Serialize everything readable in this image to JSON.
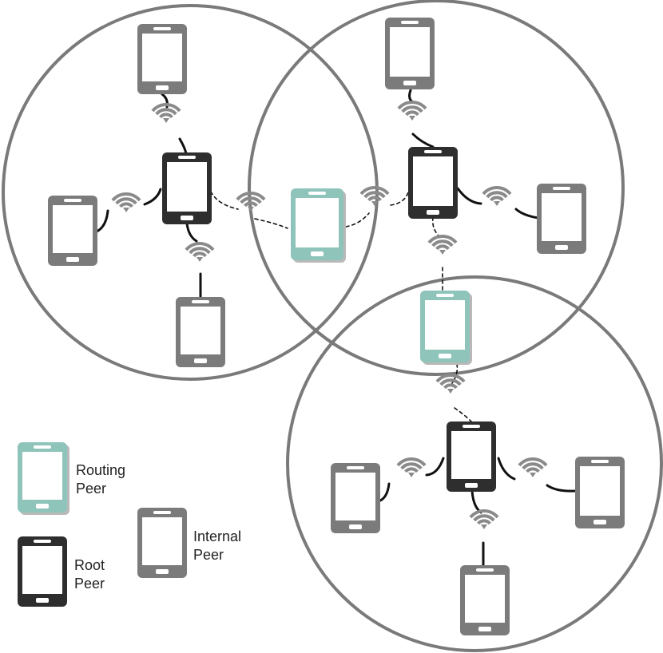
{
  "colors": {
    "circle": "#7a7a7a",
    "internal_peer": "#7b7b7b",
    "root_peer": "#2e2e2e",
    "routing_peer": "#8fc4ba",
    "link": "#111111",
    "wifi": "#8a8a8a"
  },
  "legend": {
    "routing": {
      "line1": "Routing",
      "line2": "Peer"
    },
    "root": {
      "line1": "Root",
      "line2": "Peer"
    },
    "internal": {
      "line1": "Internal",
      "line2": "Peer"
    }
  }
}
